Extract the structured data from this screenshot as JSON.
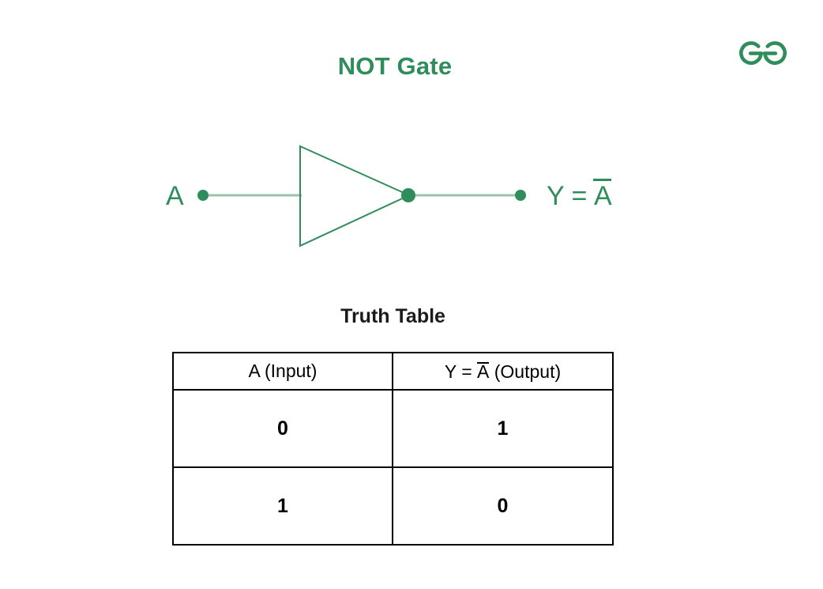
{
  "page": {
    "background_color": "#ffffff",
    "title": "NOT Gate",
    "title_color": "#2f8d5b"
  },
  "brand": {
    "logo_name": "geeksforgeeks-logo",
    "logo_color": "#2f8d5b",
    "logo_glyph": "϶G"
  },
  "diagram": {
    "name": "not-gate-circuit",
    "gate_type": "NOT",
    "symbol": "triangle-inverter",
    "stroke_color": "#2f8d5b",
    "wire_color": "#9bc3ae",
    "node_color": "#2f8d5b",
    "input_label": "A",
    "output_label_prefix": "Y = ",
    "output_label_variable": "A",
    "output_label_full": "Y = Ā",
    "input_node_name": "input-node-a",
    "output_node_name": "output-node-y",
    "terminal_node_name": "output-terminal-node"
  },
  "truth_table": {
    "heading": "Truth Table",
    "heading_color": "#1b1b1b",
    "border_color": "#000000",
    "headers": [
      {
        "text": "A (Input)",
        "parts": {
          "prefix": "A (Input)"
        }
      },
      {
        "text": "Y = Ā (Output)",
        "parts": {
          "prefix": "Y = ",
          "barred": "A",
          "suffix": " (Output)"
        }
      }
    ],
    "rows": [
      {
        "input": "0",
        "output": "1"
      },
      {
        "input": "1",
        "output": "0"
      }
    ]
  }
}
